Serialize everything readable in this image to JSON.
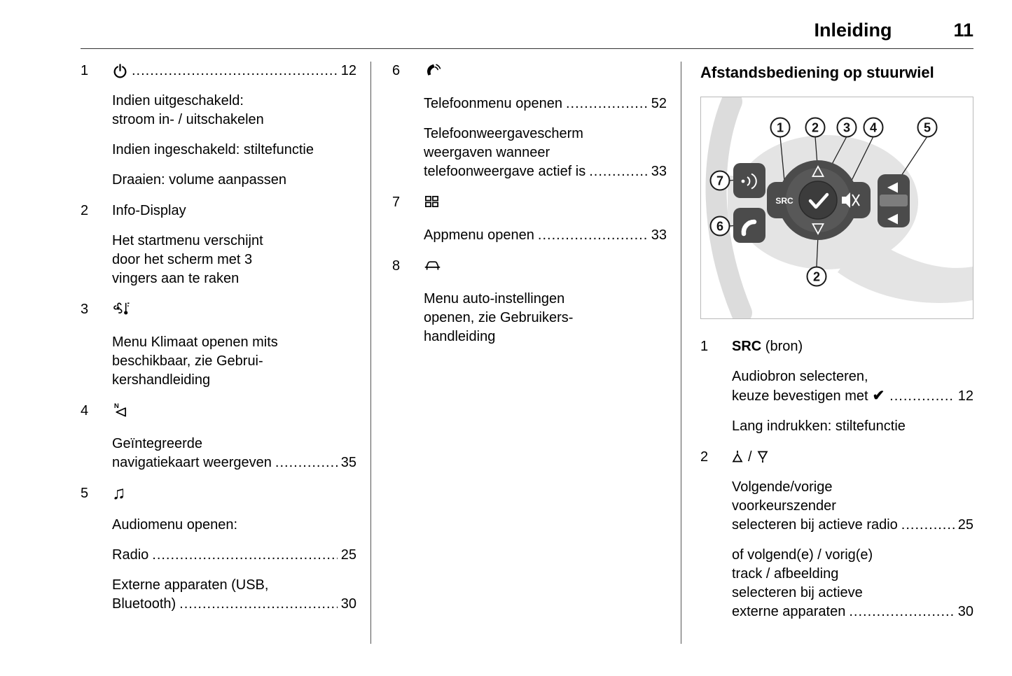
{
  "header": {
    "title": "Inleiding",
    "page": "11"
  },
  "icons": {
    "power": "power-icon",
    "climate": "climate-fan-icon",
    "navigation": "navigation-map-icon",
    "music_note_glyph": "♫",
    "phone": "phone-icon",
    "apps_grid": "apps-grid-icon",
    "car_settings": "car-settings-icon",
    "check_glyph": "✔",
    "preset_up": "preset-up-icon",
    "preset_down": "preset-down-icon"
  },
  "col1": {
    "item1": {
      "num": "1",
      "dots": "..............................................................................................................",
      "page": "12",
      "p1l1": "Indien uitgeschakeld:",
      "p1l2": "stroom in- / uitschakelen",
      "p2": "Indien ingeschakeld: stiltefunctie",
      "p3": "Draaien: volume aanpassen"
    },
    "item2": {
      "num": "2",
      "label": "Info-Display",
      "p1l1": "Het startmenu verschijnt",
      "p1l2": "door het scherm met 3",
      "p1l3": "vingers aan te raken"
    },
    "item3": {
      "num": "3",
      "p1l1": "Menu Klimaat openen mits",
      "p1l2": "beschikbaar, zie Gebrui-",
      "p1l3": "kershandleiding"
    },
    "item4": {
      "num": "4",
      "p1l1": "Geïntegreerde",
      "p1l2": "navigatiekaart weergeven",
      "p1dots": "..............................................................................................................",
      "p1page": "35"
    },
    "item5": {
      "num": "5",
      "p1": "Audiomenu openen:",
      "radio_label": "Radio",
      "radio_dots": "..............................................................................................................",
      "radio_page": "25",
      "ext_l1": "Externe apparaten (USB,",
      "ext_l2": "Bluetooth)",
      "ext_dots": "..............................................................................................................",
      "ext_page": "30"
    }
  },
  "col2": {
    "item6": {
      "num": "6",
      "tel_label": "Telefoonmenu openen",
      "tel_dots": "..............................................................................................................",
      "tel_page": "52",
      "p2l1": "Telefoonweergavescherm",
      "p2l2": "weergaven wanneer",
      "p2l3": "telefoonweergave actief is",
      "p2dots": "..............................................................................................................",
      "p2page": "33"
    },
    "item7": {
      "num": "7",
      "app_label": "Appmenu openen",
      "app_dots": "..............................................................................................................",
      "app_page": "33"
    },
    "item8": {
      "num": "8",
      "p1l1": "Menu auto-instellingen",
      "p1l2": "openen, zie Gebruikers-",
      "p1l3": "handleiding"
    }
  },
  "col3": {
    "heading": "Afstandsbediening op stuurwiel",
    "figure": {
      "src_label": "SRC",
      "callouts": {
        "c1": "1",
        "c2": "2",
        "c3": "3",
        "c4": "4",
        "c5": "5",
        "c6": "6",
        "c7": "7",
        "c2b": "2"
      }
    },
    "item1": {
      "num": "1",
      "term_bold": "SRC",
      "term_rest": " (bron)",
      "p1l1": "Audiobron selecteren,",
      "p1l2": "keuze bevestigen met",
      "check": "✔",
      "p1dots": "..............................................................................................................",
      "p1page": "12",
      "p2": "Lang indrukken: stiltefunctie"
    },
    "item2": {
      "num": "2",
      "term_separator": "/",
      "p1l1": "Volgende/vorige",
      "p1l2": "voorkeurszender",
      "p1l3": "selecteren bij actieve radio",
      "p1dots": "..............................................................................................................",
      "p1page": "25",
      "p2l1": "of volgend(e) / vorig(e)",
      "p2l2": "track / afbeelding",
      "p2l3": "selecteren bij actieve",
      "p2l4": "externe apparaten",
      "p2dots": "..............................................................................................................",
      "p2page": "30"
    }
  }
}
